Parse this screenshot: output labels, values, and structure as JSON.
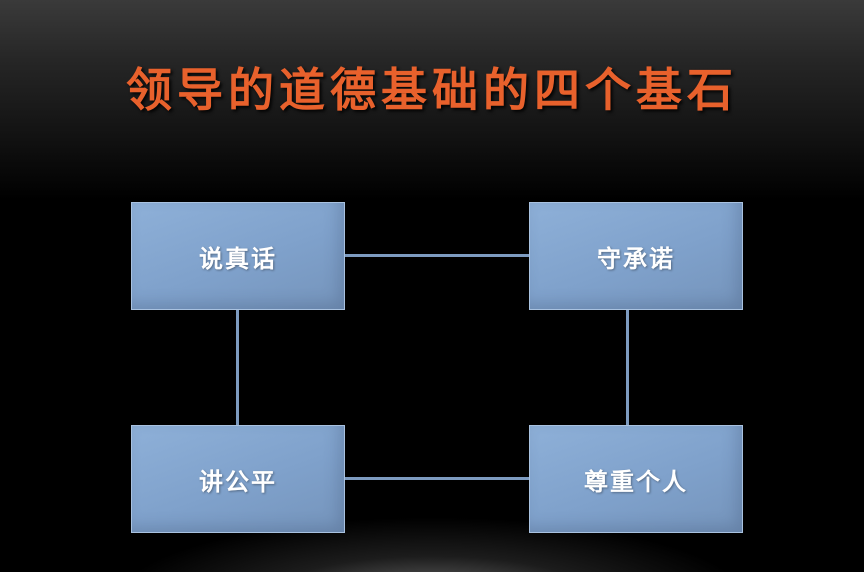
{
  "title": "领导的道德基础的四个基石",
  "nodes": {
    "top_left": "说真话",
    "top_right": "守承诺",
    "bottom_left": "讲公平",
    "bottom_right": "尊重个人"
  },
  "colors": {
    "title": "#e8612c",
    "node_fill": "#7fa1cb",
    "connector": "#7d9bc0",
    "background": "#000000"
  }
}
